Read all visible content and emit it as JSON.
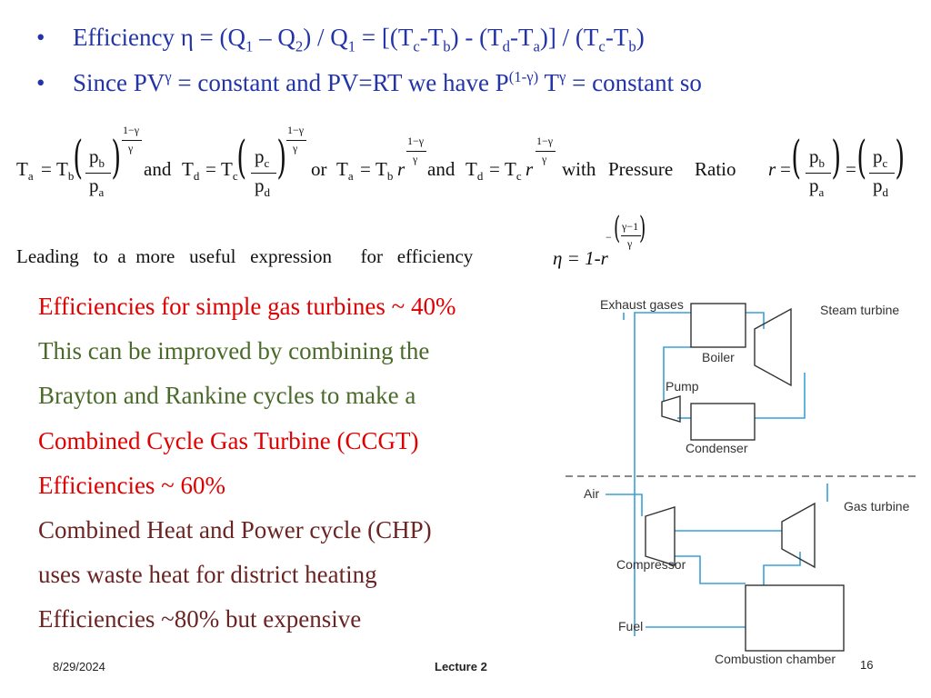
{
  "bullets": [
    {
      "lead": "Efficiency η = (Q",
      "s1": "1",
      "m1": " – Q",
      "s2": "2",
      "m2": ") / Q",
      "s3": "1",
      "m3": " = [(T",
      "s4": "c",
      "m4": "-T",
      "s5": "b",
      "m5": ") - (T",
      "s6": "d",
      "m6": "-T",
      "s7": "a",
      "m7": ")] / (T",
      "s8": "c",
      "m8": "-T",
      "s9": "b",
      "m9": ")"
    },
    {
      "lead": "Since PV",
      "sup1": "γ",
      "m1": " = constant and PV=RT we have P",
      "sup2": "(1-γ)",
      "m2": " T",
      "sup3": "γ",
      "m3": " = constant so"
    }
  ],
  "equation": {
    "ta": "T",
    "ta_sub": "a",
    "eq": "=",
    "tb": "T",
    "tb_sub": "b",
    "pb": "p",
    "pb_sub": "b",
    "pa": "p",
    "pa_sub": "a",
    "exp_num": "1−γ",
    "exp_den": "γ",
    "and1": "and",
    "td": "T",
    "td_sub": "d",
    "tc": "T",
    "tc_sub": "c",
    "pc": "p",
    "pc_sub": "c",
    "pd": "p",
    "pd_sub": "d",
    "or": "or",
    "r": "r",
    "and2": "and",
    "with": "with",
    "pressure": "Pressure",
    "ratio": "Ratio"
  },
  "leading": {
    "text": "Leading   to  a  more   useful   expression      for   efficiency",
    "eta": "η = 1-r",
    "exp_minus": "−",
    "exp_num": "γ−1",
    "exp_den": "γ"
  },
  "body": [
    {
      "text": "Efficiencies for simple gas turbines ~ 40%",
      "color": "red"
    },
    {
      "text": "This can be improved by combining the",
      "color": "olive"
    },
    {
      "text": "Brayton and Rankine cycles to make a",
      "color": "olive"
    },
    {
      "text": "Combined Cycle Gas Turbine (CCGT)",
      "color": "red"
    },
    {
      "text": "Efficiencies ~ 60%",
      "color": "red"
    },
    {
      "text": " Combined Heat and Power cycle (CHP)",
      "color": "maroon"
    },
    {
      "text": "uses waste heat for district heating",
      "color": "maroon"
    },
    {
      "text": "Efficiencies ~80% but expensive",
      "color": "maroon"
    }
  ],
  "diagram": {
    "exhaust": "Exhaust gases",
    "steam_turbine": "Steam turbine",
    "boiler": "Boiler",
    "pump": "Pump",
    "condenser": "Condenser",
    "air": "Air",
    "gas_turbine": "Gas turbine",
    "compressor": "Compressor",
    "fuel": "Fuel",
    "combustion": "Combustion chamber",
    "line_color": "#3aa0d8"
  },
  "footer": {
    "date": "8/29/2024",
    "center": "Lecture 2",
    "page": "16"
  }
}
